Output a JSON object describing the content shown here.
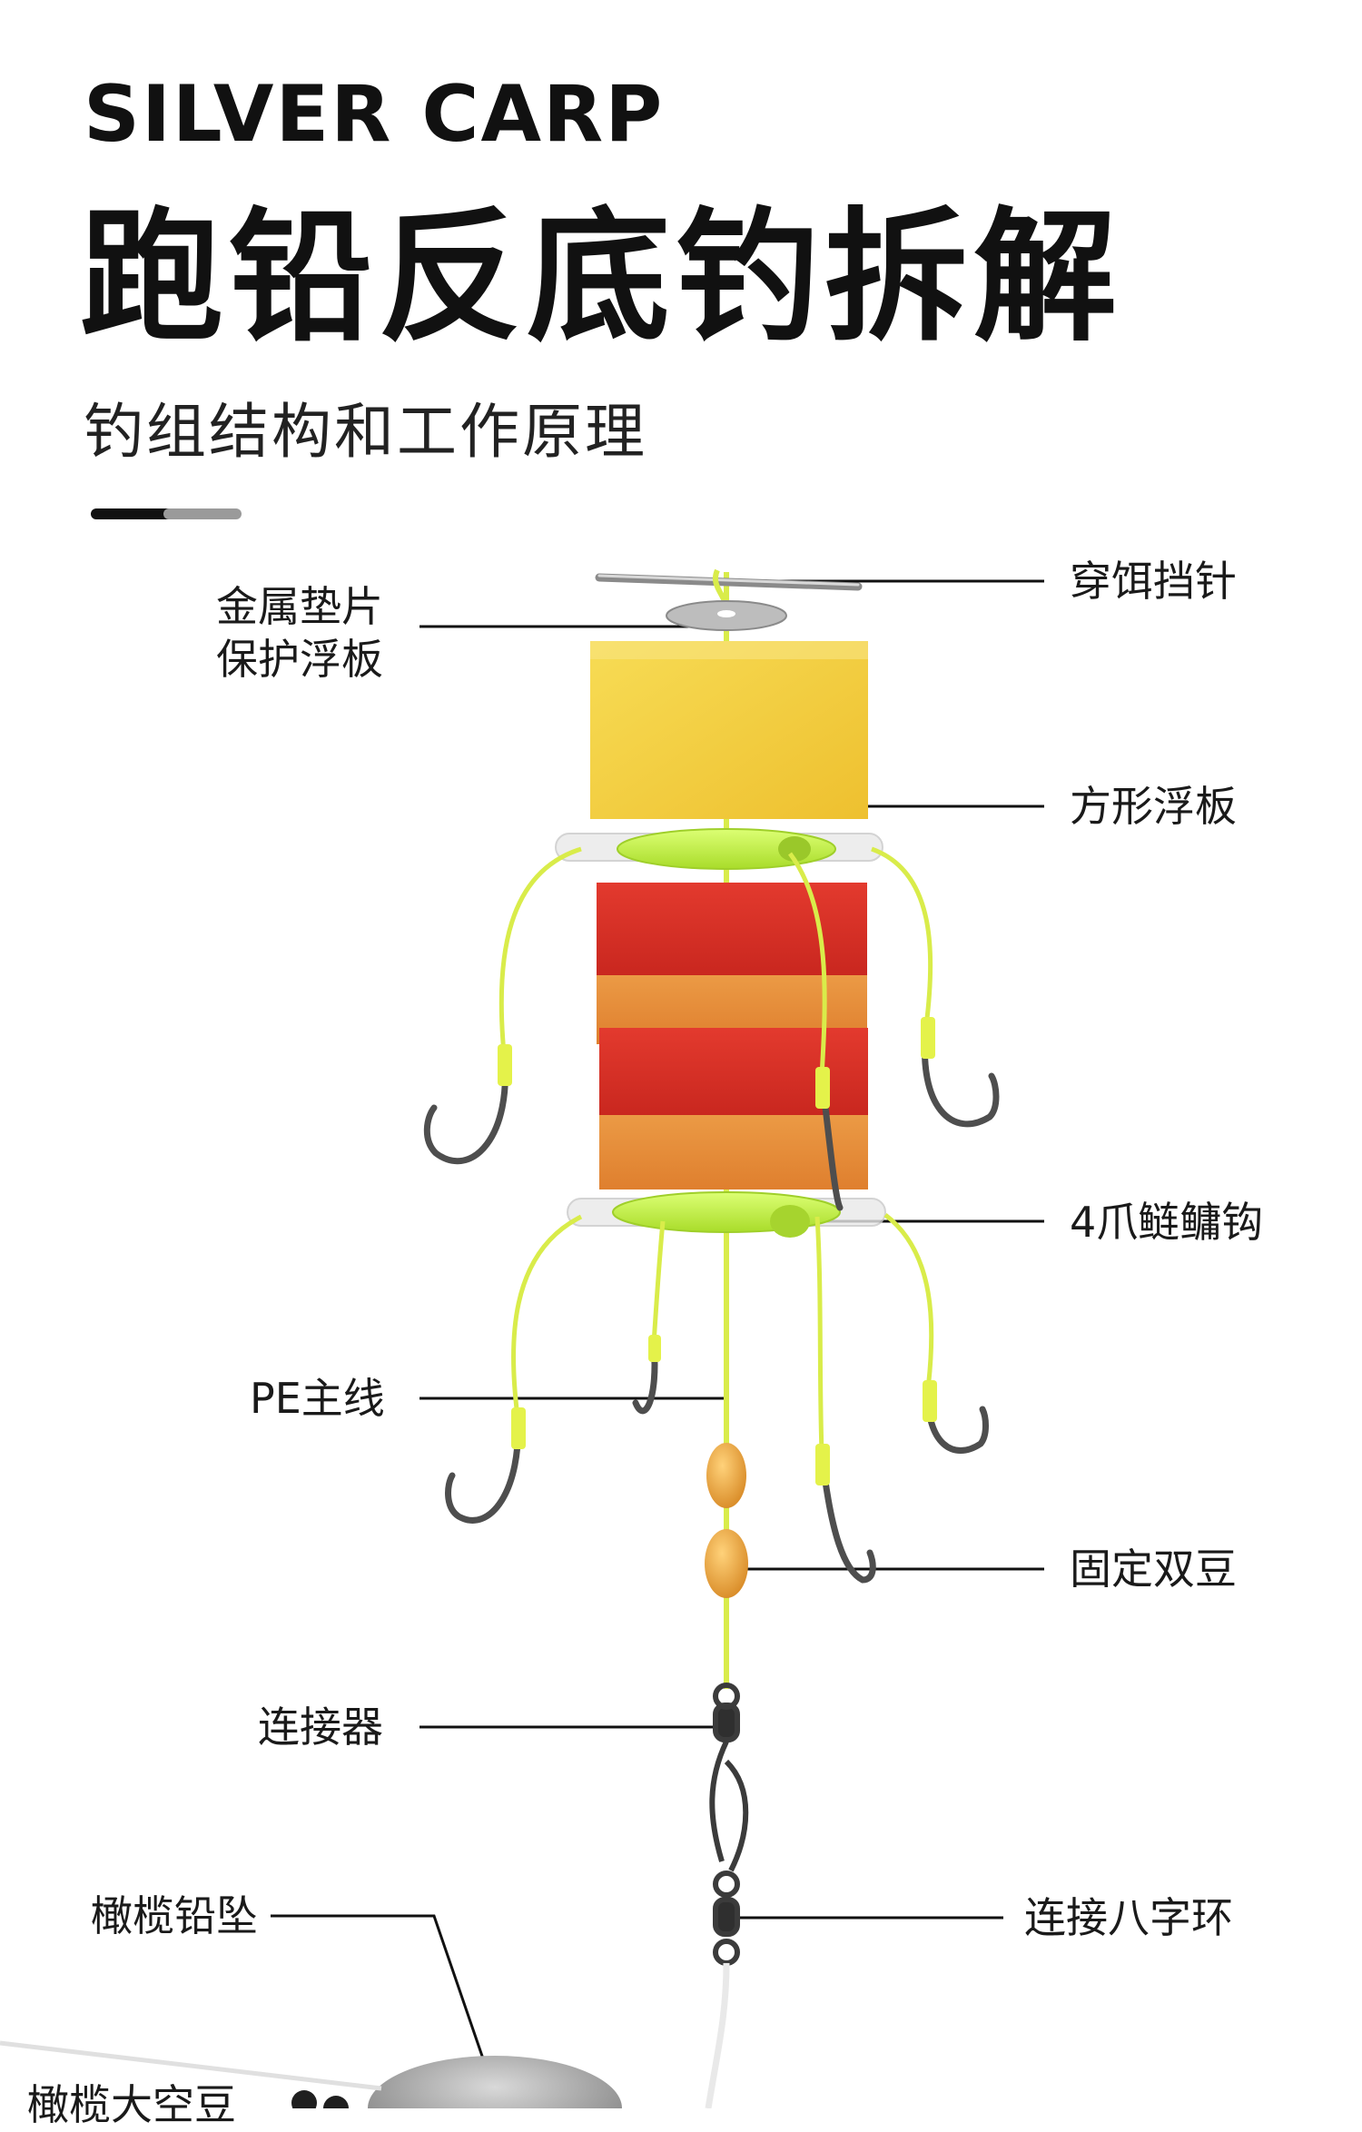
{
  "header": {
    "brand": "SILVER CARP",
    "title": "跑铅反底钓拆解",
    "subtitle": "钓组结构和工作原理"
  },
  "labels": {
    "bait_pin": "穿饵挡针",
    "washer_line1": "金属垫片",
    "washer_line2": "保护浮板",
    "square_float": "方形浮板",
    "four_claw_hook": "4爪鲢鳙钩",
    "pe_line": "PE主线",
    "fixed_beads": "固定双豆",
    "connector": "连接器",
    "swivel": "连接八字环",
    "olive_sinker": "橄榄铅坠",
    "bottom_cut": "橄榄大空豆"
  },
  "colors": {
    "float_yellow": "#f4cd3b",
    "sponge_red": "#d8322a",
    "sponge_orange": "#e98a35",
    "line_yellow": "#d9ec4a",
    "hub_green": "#c7f34a",
    "hook_metal": "#5a5a5a",
    "bead_amber": "#e9a03a"
  }
}
